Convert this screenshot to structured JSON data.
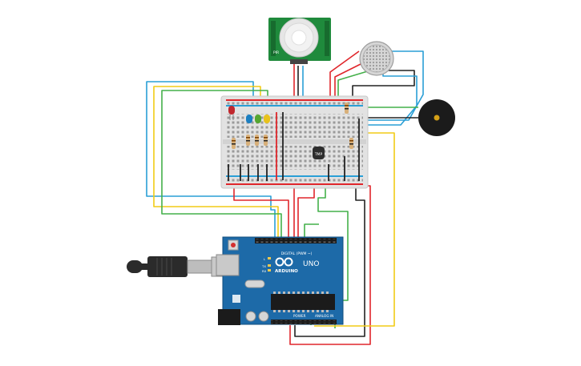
{
  "pir": {
    "label": "PIR"
  },
  "uno": {
    "brand": "ARDUINO",
    "model": "UNO",
    "header_digital": "DIGITAL (PWM ~)",
    "header_power": "POWER",
    "header_analog": "ANALOG IN",
    "tx": "TX",
    "rx": "RX",
    "led_l": "L"
  },
  "sensor": {
    "label": "TMP"
  },
  "colors": {
    "red": "#e0262b",
    "black": "#222222",
    "green": "#44b04a",
    "yellow": "#f2cc17",
    "blue": "#2a9fd6",
    "board": "#1d6aa8",
    "pcb_green": "#1f8a3c"
  }
}
